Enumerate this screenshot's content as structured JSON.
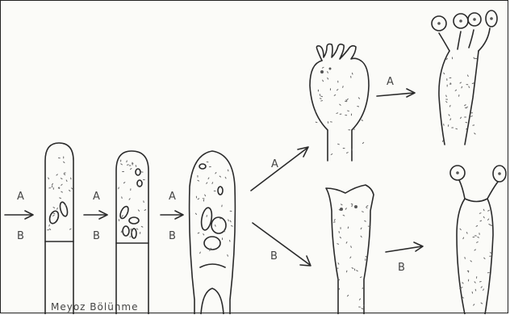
{
  "labels": {
    "a": "A",
    "b": "B",
    "caption": "Meyoz Bölünme"
  }
}
